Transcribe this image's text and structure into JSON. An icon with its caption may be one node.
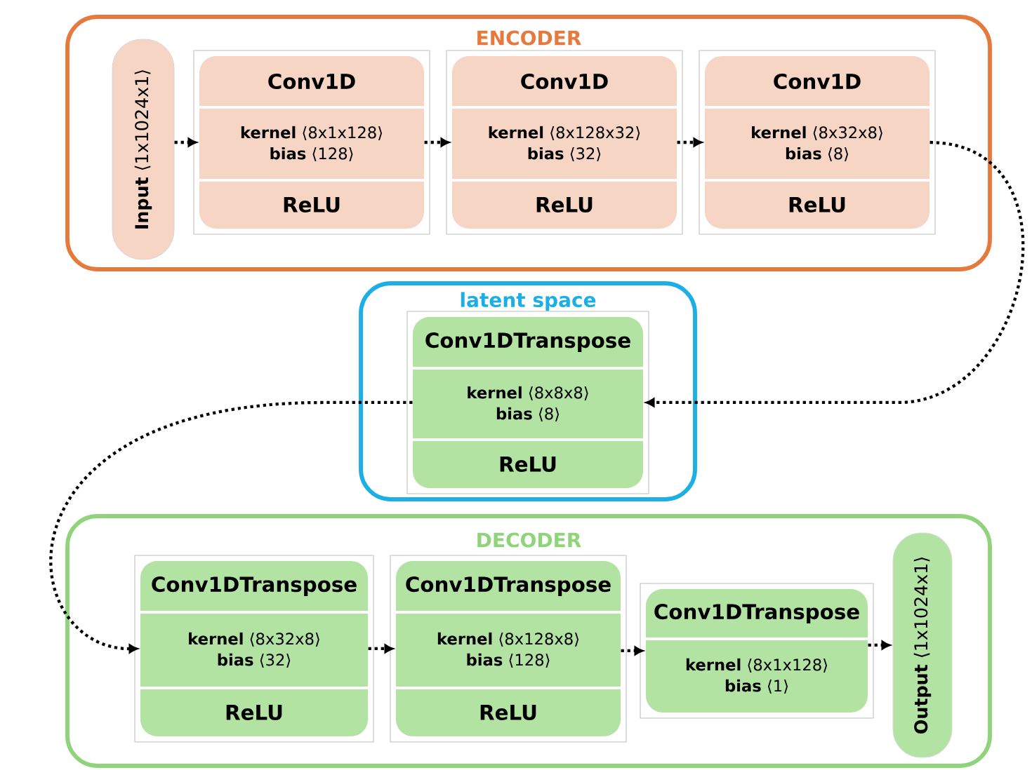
{
  "diagram": {
    "nodes": [
      {
        "text": [
          "ENCODER"
        ]
      },
      {
        "text": [
          "**Input** ⟨1x1024x1⟩"
        ],
        "in": 0
      },
      {
        "text": [
          "Conv1D",
          "**kernel** ⟨8x1x128⟩",
          "**bias** ⟨128⟩",
          "ReLU"
        ],
        "in": 0
      },
      {
        "text": [
          "Conv1D",
          "**kernel** ⟨8x128x32⟩",
          "**bias** ⟨32⟩",
          "ReLU"
        ],
        "in": 0
      },
      {
        "text": [
          "Conv1D",
          "**kernel** ⟨8x32x8⟩",
          "**bias** ⟨8⟩",
          "ReLU"
        ],
        "in": 0
      },
      {
        "text": [
          "latent space"
        ]
      },
      {
        "text": [
          "Conv1DTranspose",
          "**kernel** ⟨8x8x8⟩",
          "**bias** ⟨8⟩",
          "ReLU"
        ],
        "in": 5
      },
      {
        "text": [
          "DECODER"
        ]
      },
      {
        "text": [
          "Conv1DTranspose",
          "**kernel** ⟨8x32x8⟩",
          "**bias** ⟨32⟩",
          "ReLU"
        ],
        "in": 7
      },
      {
        "text": [
          "Conv1DTranspose",
          "**kernel** ⟨8x128x8⟩",
          "**bias** ⟨128⟩",
          "ReLU"
        ],
        "in": 7
      },
      {
        "text": [
          "Conv1DTranspose",
          "**kernel** ⟨8x1x128⟩",
          "**bias** ⟨1⟩"
        ],
        "in": 7
      },
      {
        "text": [
          "**Output** ⟨1x1024x1⟩"
        ],
        "in": 7
      }
    ],
    "edges": [
      {
        "from": 1,
        "to": 2,
        "arrow": "to"
      },
      {
        "from": 2,
        "to": 3,
        "arrow": "to"
      },
      {
        "from": 3,
        "to": 4,
        "arrow": "to"
      },
      {
        "from": 4,
        "to": 6,
        "arrow": "to"
      },
      {
        "from": 6,
        "to": 8,
        "arrow": "to"
      },
      {
        "from": 8,
        "to": 9,
        "arrow": "to"
      },
      {
        "from": 9,
        "to": 10,
        "arrow": "to"
      },
      {
        "from": 10,
        "to": 11,
        "arrow": "to"
      }
    ]
  }
}
